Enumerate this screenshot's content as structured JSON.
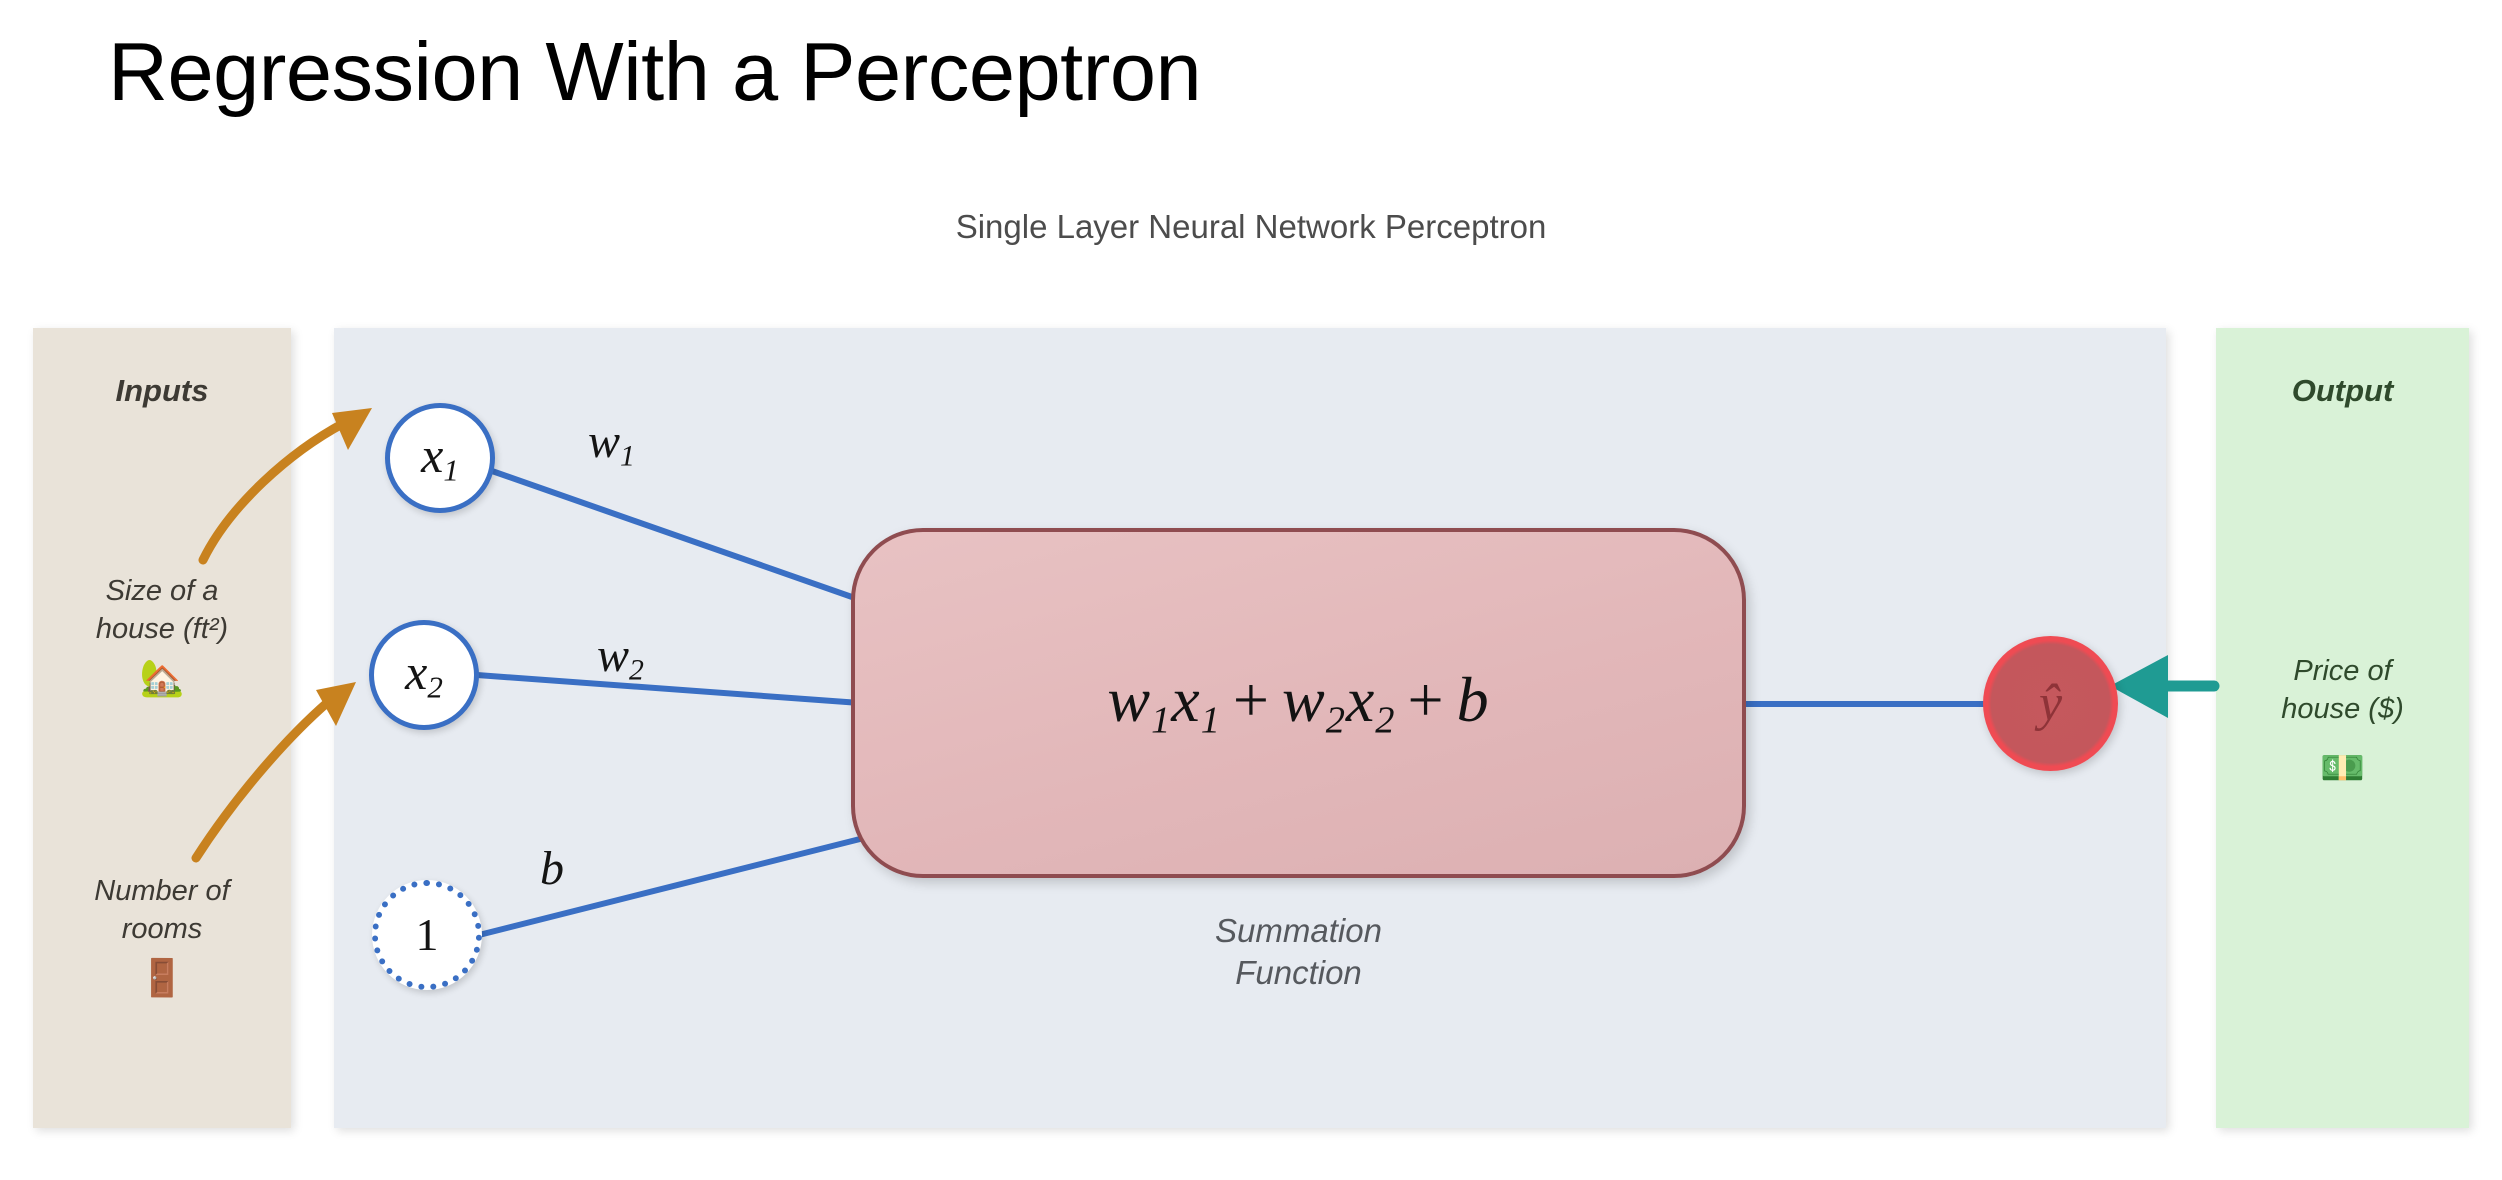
{
  "slide": {
    "title": "Regression With a Perceptron",
    "subtitle": "Single Layer Neural Network Perceptron"
  },
  "inputs_panel": {
    "heading": "Inputs",
    "items": [
      {
        "label_line1": "Size of a",
        "label_line2": "house (ft²)",
        "icon": "house-emoji",
        "glyph": "🏡"
      },
      {
        "label_line1": "Number of",
        "label_line2": "rooms",
        "icon": "door-emoji",
        "glyph": "🚪"
      }
    ]
  },
  "network_panel": {
    "nodes": [
      {
        "id": "x1",
        "label": "x",
        "subscript": "1",
        "style": "solid"
      },
      {
        "id": "x2",
        "label": "x",
        "subscript": "2",
        "style": "solid"
      },
      {
        "id": "bias",
        "label": "1",
        "subscript": "",
        "style": "dotted"
      }
    ],
    "weights": [
      {
        "id": "w1",
        "label": "w",
        "subscript": "1"
      },
      {
        "id": "w2",
        "label": "w",
        "subscript": "2"
      },
      {
        "id": "b",
        "label": "b",
        "subscript": ""
      }
    ],
    "summation": {
      "terms": [
        {
          "coef": "w",
          "coef_sub": "1",
          "var": "x",
          "var_sub": "1"
        },
        {
          "coef": "w",
          "coef_sub": "2",
          "var": "x",
          "var_sub": "2"
        }
      ],
      "bias_term": "b",
      "operator": "+",
      "caption_line1": "Summation",
      "caption_line2": "Function"
    },
    "output_node": {
      "label": "ŷ"
    }
  },
  "output_panel": {
    "heading": "Output",
    "items": [
      {
        "label_line1": "Price of",
        "label_line2": "house ($)",
        "icon": "money-emoji",
        "glyph": "💵"
      }
    ]
  },
  "colors": {
    "inputs_panel_bg": "#e9e3d9",
    "network_panel_bg": "#e7ebf1",
    "output_panel_bg": "#d9f2d7",
    "node_stroke": "#3a6fc4",
    "connection_line": "#3a6fc4",
    "summation_fill": "#e2b7b9",
    "summation_stroke": "#8f4c50",
    "output_node_fill": "#ef4b53",
    "input_arrow": "#c8821f",
    "output_arrow": "#1f9b93",
    "title_text": "#000000",
    "subtitle_text": "#4c4c4c"
  }
}
